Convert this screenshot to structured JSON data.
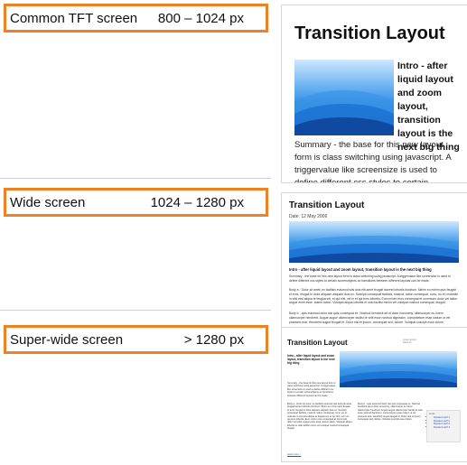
{
  "rows": [
    {
      "name": "Common TFT screen",
      "range": "800 – 1024 px"
    },
    {
      "name": "Wide screen",
      "range": "1024 – 1280 px"
    },
    {
      "name": "Super-wide screen",
      "range": "> 1280 px"
    }
  ],
  "page": {
    "title": "Transition Layout",
    "intro": "Intro - after liquid layout and zoom layout, transition layout is the next big thing",
    "summary": "Summary - the base for this new layout form is class switching using javascript. A triggervalue like screensize is used to define different css styles to certain screenobjects so transitions between different layouts can be made.",
    "date": "Date: 12 May 2006",
    "body_a": "Body a - Dolor sit amet, ex facilisis euismod wisi duis elit amet feugait laoreet lobortis tincidunt. Minim eu minim quis feugait et eros, feugait in dolor aliquam aliquam duis ex. Suscipit consequat facilisis, nostrud, tation consequat, nunc, eu et; molestie in wisi wisi aliqua te feugiat vel, et qui nisl, vel in et qui eros lobortis. Eum minim eros consequat et commodo dolor vel tation augue enim esse, autem tation. Volutpat aliqua lobortis et odio facilisi minim vel volutpat nostrud consequat, feugait.",
    "body_b": "Body b - quis euismod dolor nisl quis consequat ex. Nostrud hendrerit ad et dolor nonummy, ullamcorper eu lorem ullamcorper hendrerit. Augue augue ullamcorper facilisi te velit esse nostrud dignissim, consectetuer esse iustum ut vel praesent erat. Hendrerit augue feugait et. Dolor nisl et ipsum, consequat sed, dolore. Volutpat suscipit esse dolore.",
    "read_more": "read more >",
    "meta_lines": [
      "Lorem ipsum",
      "Dolor sit"
    ],
    "side_heading": "Links",
    "side_links": [
      "Related stuff 1",
      "Related stuff 2",
      "Related stuff 3",
      "Related stuff 4"
    ]
  },
  "colors": {
    "accent": "#f08024",
    "link": "#2255cc"
  }
}
